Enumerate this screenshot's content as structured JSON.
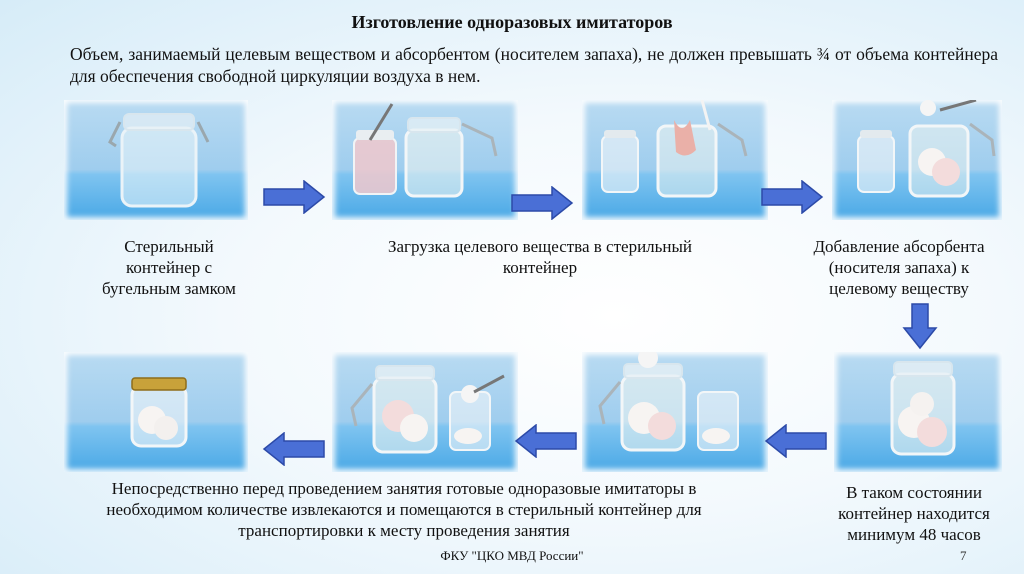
{
  "title": "Изготовление одноразовых имитаторов",
  "intro": "Объем, занимаемый целевым веществом и абсорбентом (носителем запаха), не должен превышать ¾ от объема контейнера для обеспечения свободной циркуляции воздуха в нем.",
  "captions": {
    "step1": "Стерильный контейнер с бугельным замком",
    "step2": "Загрузка целевого вещества в стерильный контейнер",
    "step3": "Добавление абсорбента (носителя запаха) к целевому веществу",
    "step4": "В таком состоянии контейнер находится минимум 48 часов",
    "step5": "Непосредственно перед проведением занятия готовые одноразовые имитаторы в необходимом количестве извлекаются и помещаются в стерильный контейнер для транспортировки к месту проведения занятия"
  },
  "footer": "ФКУ \"ЦКО МВД России\"",
  "page_number": "7",
  "colors": {
    "arrow_fill": "#4a6fd6",
    "arrow_stroke": "#2c4aa8"
  }
}
